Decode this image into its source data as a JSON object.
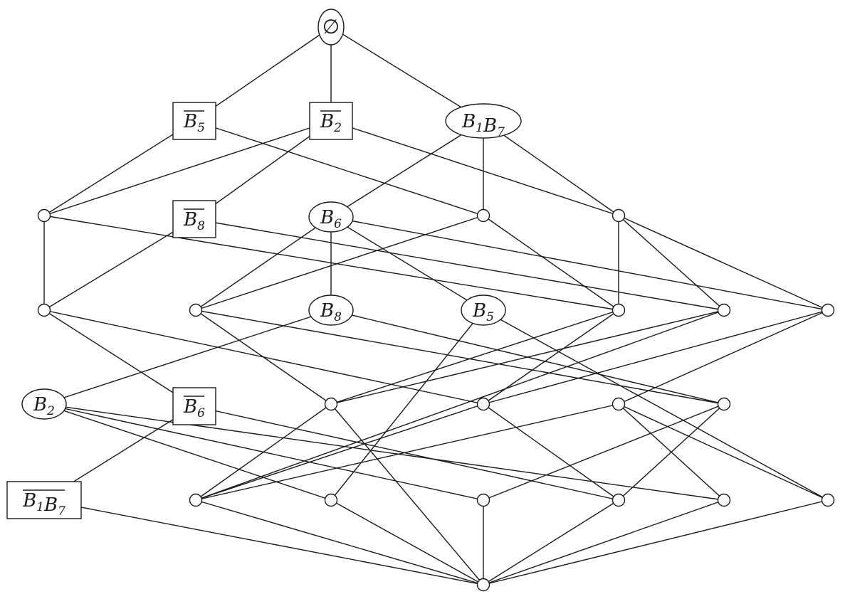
{
  "diagram": {
    "colors": {
      "ink": "#1a1a1a",
      "background": "#ffffff"
    },
    "nodes": [
      {
        "id": "top",
        "shape": "ellipse",
        "text": "∅",
        "parts": []
      },
      {
        "id": "nB5bar",
        "shape": "box",
        "overline": true,
        "parts": [
          [
            "B",
            "5"
          ]
        ]
      },
      {
        "id": "nB2bar",
        "shape": "box",
        "overline": true,
        "parts": [
          [
            "B",
            "2"
          ]
        ]
      },
      {
        "id": "nB1B7",
        "shape": "ellipse",
        "overline": false,
        "parts": [
          [
            "B",
            "1"
          ],
          [
            "B",
            "7"
          ]
        ]
      },
      {
        "id": "a1",
        "shape": "dot"
      },
      {
        "id": "nB8bar",
        "shape": "box",
        "overline": true,
        "parts": [
          [
            "B",
            "8"
          ]
        ]
      },
      {
        "id": "nB6",
        "shape": "ellipse",
        "overline": false,
        "parts": [
          [
            "B",
            "6"
          ]
        ]
      },
      {
        "id": "a4",
        "shape": "dot"
      },
      {
        "id": "a5",
        "shape": "dot"
      },
      {
        "id": "b1",
        "shape": "dot"
      },
      {
        "id": "b2",
        "shape": "dot"
      },
      {
        "id": "nB8",
        "shape": "ellipse",
        "overline": false,
        "parts": [
          [
            "B",
            "8"
          ]
        ]
      },
      {
        "id": "nB5",
        "shape": "ellipse",
        "overline": false,
        "parts": [
          [
            "B",
            "5"
          ]
        ]
      },
      {
        "id": "b5",
        "shape": "dot"
      },
      {
        "id": "b6",
        "shape": "dot"
      },
      {
        "id": "b7",
        "shape": "dot"
      },
      {
        "id": "nB2",
        "shape": "ellipse",
        "overline": false,
        "parts": [
          [
            "B",
            "2"
          ]
        ]
      },
      {
        "id": "nB6bar",
        "shape": "box",
        "overline": true,
        "parts": [
          [
            "B",
            "6"
          ]
        ]
      },
      {
        "id": "c3",
        "shape": "dot"
      },
      {
        "id": "c4",
        "shape": "dot"
      },
      {
        "id": "c5",
        "shape": "dot"
      },
      {
        "id": "c6",
        "shape": "dot"
      },
      {
        "id": "nB1B7bar",
        "shape": "box",
        "overline": true,
        "parts": [
          [
            "B",
            "1"
          ],
          [
            "B",
            "7"
          ]
        ]
      },
      {
        "id": "d2",
        "shape": "dot"
      },
      {
        "id": "d3",
        "shape": "dot"
      },
      {
        "id": "d4",
        "shape": "dot"
      },
      {
        "id": "d5",
        "shape": "dot"
      },
      {
        "id": "d6",
        "shape": "dot"
      },
      {
        "id": "d7",
        "shape": "dot"
      },
      {
        "id": "bottom",
        "shape": "dot"
      }
    ],
    "edges": [
      [
        "top",
        "nB5bar"
      ],
      [
        "top",
        "nB2bar"
      ],
      [
        "top",
        "nB1B7"
      ],
      [
        "nB5bar",
        "a1"
      ],
      [
        "nB5bar",
        "a4"
      ],
      [
        "nB2bar",
        "a1"
      ],
      [
        "nB2bar",
        "nB8bar"
      ],
      [
        "nB2bar",
        "a5"
      ],
      [
        "nB1B7",
        "nB6"
      ],
      [
        "nB1B7",
        "a4"
      ],
      [
        "nB1B7",
        "a5"
      ],
      [
        "a1",
        "b1"
      ],
      [
        "a1",
        "b5"
      ],
      [
        "nB8bar",
        "b1"
      ],
      [
        "nB8bar",
        "b6"
      ],
      [
        "nB6",
        "nB8"
      ],
      [
        "nB6",
        "b2"
      ],
      [
        "nB6",
        "nB5"
      ],
      [
        "nB6",
        "b7"
      ],
      [
        "a4",
        "b2"
      ],
      [
        "a4",
        "b5"
      ],
      [
        "a5",
        "b5"
      ],
      [
        "a5",
        "b6"
      ],
      [
        "a5",
        "b7"
      ],
      [
        "b1",
        "nB6bar"
      ],
      [
        "b1",
        "c4"
      ],
      [
        "b2",
        "c3"
      ],
      [
        "b2",
        "c6"
      ],
      [
        "nB8",
        "nB2"
      ],
      [
        "nB8",
        "c6"
      ],
      [
        "nB5",
        "d3"
      ],
      [
        "nB5",
        "d7"
      ],
      [
        "b5",
        "c3"
      ],
      [
        "b5",
        "c4"
      ],
      [
        "b6",
        "c3"
      ],
      [
        "b6",
        "d2"
      ],
      [
        "b7",
        "c4"
      ],
      [
        "b7",
        "c5"
      ],
      [
        "nB2",
        "d3"
      ],
      [
        "nB2",
        "d6"
      ],
      [
        "nB2",
        "d4"
      ],
      [
        "nB6bar",
        "nB1B7bar"
      ],
      [
        "nB6bar",
        "d5"
      ],
      [
        "c3",
        "d2"
      ],
      [
        "c3",
        "bottom"
      ],
      [
        "c4",
        "d2"
      ],
      [
        "c4",
        "d5"
      ],
      [
        "c5",
        "d2"
      ],
      [
        "c5",
        "d6"
      ],
      [
        "c5",
        "d7"
      ],
      [
        "c6",
        "d4"
      ],
      [
        "c6",
        "d5"
      ],
      [
        "d2",
        "bottom"
      ],
      [
        "d3",
        "bottom"
      ],
      [
        "d4",
        "bottom"
      ],
      [
        "d5",
        "bottom"
      ],
      [
        "d6",
        "bottom"
      ],
      [
        "d7",
        "bottom"
      ],
      [
        "nB1B7bar",
        "bottom"
      ]
    ]
  }
}
